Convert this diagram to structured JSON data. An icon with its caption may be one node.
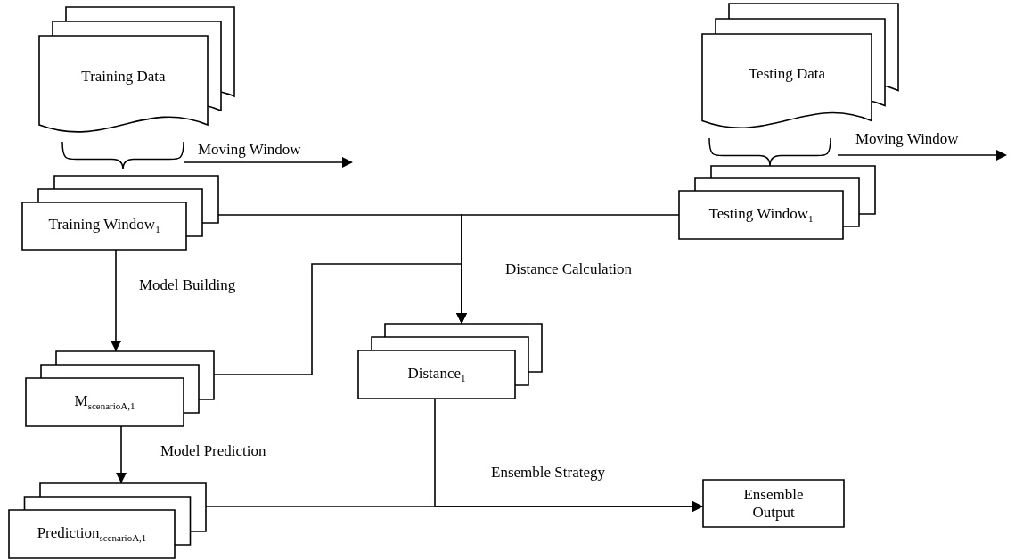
{
  "diagram": {
    "nodes": [
      {
        "text": [
          "Training Data"
        ]
      },
      {
        "text": [
          "Testing Data"
        ]
      },
      {
        "text": [
          "Training Window$_{1}$"
        ]
      },
      {
        "text": [
          "Testing Window$_{1}$"
        ]
      },
      {
        "text": [
          "M$_{scenarioA,1}$"
        ]
      },
      {
        "text": [
          "Distance$_{1}$"
        ]
      },
      {
        "text": [
          "Prediction$_{scenarioA,1}$"
        ]
      },
      {
        "text": [
          "Ensemble Output"
        ]
      }
    ],
    "edges": [
      {
        "from": 2,
        "to": 5,
        "arrow": "to",
        "label": "Distance Calculation"
      },
      {
        "from": 3,
        "to": 5,
        "arrow": "to"
      },
      {
        "from": 4,
        "to": 5,
        "arrow": "to"
      },
      {
        "from": 2,
        "to": 4,
        "arrow": "to",
        "label": "Model Building"
      },
      {
        "from": 4,
        "to": 6,
        "arrow": "to",
        "label": "Model Prediction"
      },
      {
        "from": 6,
        "to": 7,
        "arrow": "to",
        "label": "Ensemble Strategy"
      },
      {
        "from": 5,
        "to": 7,
        "arrow": "to"
      }
    ],
    "labels": [
      "Moving Window",
      "Moving Window"
    ]
  }
}
